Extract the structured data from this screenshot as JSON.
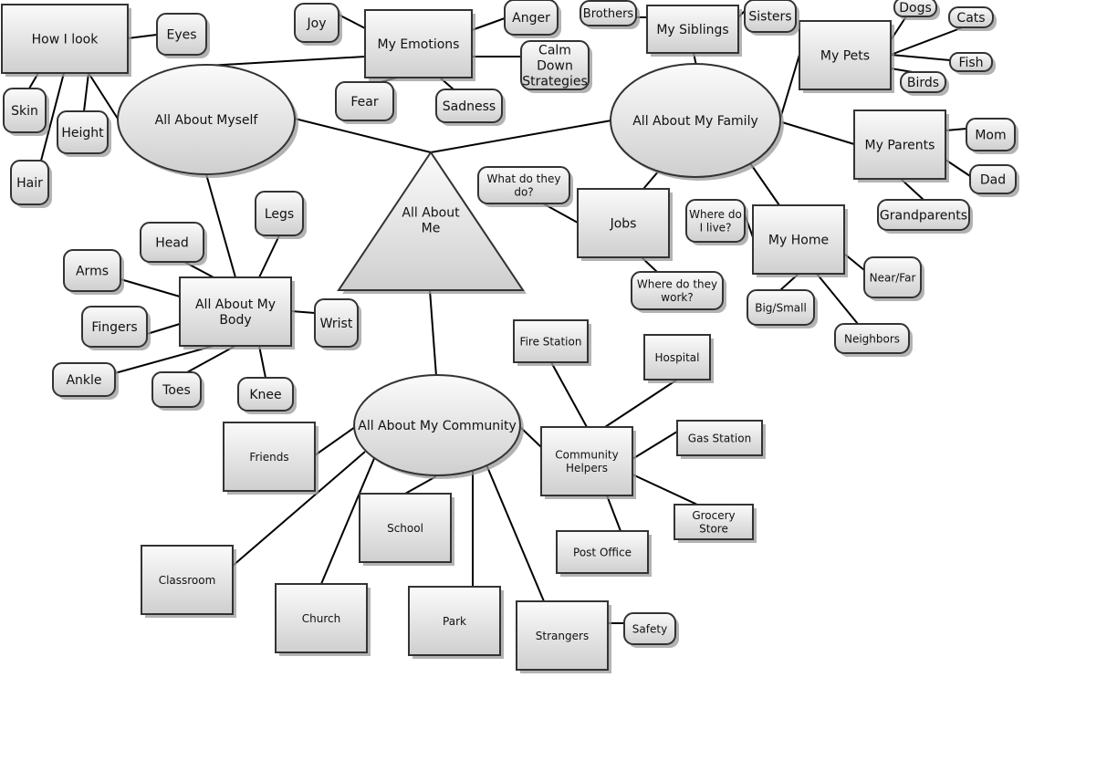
{
  "diagram_title": "All About Me",
  "colors": {
    "border": "#333333",
    "gradient_top": "#fbfbfb",
    "gradient_bottom": "#cfcfcf",
    "shadow": "#9a9a9a"
  },
  "nodes": {
    "center": {
      "lines": [
        "All About",
        "Me"
      ]
    },
    "myself": {
      "lines": [
        "All About Myself"
      ]
    },
    "family": {
      "lines": [
        "All About My Family"
      ]
    },
    "community": {
      "lines": [
        "All About My Community"
      ]
    },
    "howilook": {
      "lines": [
        "How I look"
      ]
    },
    "eyes": {
      "lines": [
        "Eyes"
      ]
    },
    "skin": {
      "lines": [
        "Skin"
      ]
    },
    "height": {
      "lines": [
        "Height"
      ]
    },
    "hair": {
      "lines": [
        "Hair"
      ]
    },
    "emotions": {
      "lines": [
        "My Emotions"
      ]
    },
    "joy": {
      "lines": [
        "Joy"
      ]
    },
    "anger": {
      "lines": [
        "Anger"
      ]
    },
    "calm": {
      "lines": [
        "Calm",
        "Down",
        "Strategies"
      ]
    },
    "fear": {
      "lines": [
        "Fear"
      ]
    },
    "sadness": {
      "lines": [
        "Sadness"
      ]
    },
    "siblings": {
      "lines": [
        "My Siblings"
      ]
    },
    "brothers": {
      "lines": [
        "Brothers"
      ]
    },
    "sisters": {
      "lines": [
        "Sisters"
      ]
    },
    "pets": {
      "lines": [
        "My Pets"
      ]
    },
    "dogs": {
      "lines": [
        "Dogs"
      ]
    },
    "cats": {
      "lines": [
        "Cats"
      ]
    },
    "fish": {
      "lines": [
        "Fish"
      ]
    },
    "birds": {
      "lines": [
        "Birds"
      ]
    },
    "parents": {
      "lines": [
        "My Parents"
      ]
    },
    "mom": {
      "lines": [
        "Mom"
      ]
    },
    "dad": {
      "lines": [
        "Dad"
      ]
    },
    "grandparents": {
      "lines": [
        "Grandparents"
      ]
    },
    "jobs": {
      "lines": [
        "Jobs"
      ]
    },
    "whatdo": {
      "lines": [
        "What do they",
        "do?"
      ]
    },
    "wherework": {
      "lines": [
        "Where do they",
        "work?"
      ]
    },
    "home": {
      "lines": [
        "My Home"
      ]
    },
    "wheredolive": {
      "lines": [
        "Where do",
        "I live?"
      ]
    },
    "nearfar": {
      "lines": [
        "Near/Far"
      ]
    },
    "bigsmall": {
      "lines": [
        "Big/Small"
      ]
    },
    "neighbors": {
      "lines": [
        "Neighbors"
      ]
    },
    "body": {
      "lines": [
        "All About My",
        "Body"
      ]
    },
    "legs": {
      "lines": [
        "Legs"
      ]
    },
    "head": {
      "lines": [
        "Head"
      ]
    },
    "arms": {
      "lines": [
        "Arms"
      ]
    },
    "fingers": {
      "lines": [
        "Fingers"
      ]
    },
    "wrist": {
      "lines": [
        "Wrist"
      ]
    },
    "ankle": {
      "lines": [
        "Ankle"
      ]
    },
    "toes": {
      "lines": [
        "Toes"
      ]
    },
    "knee": {
      "lines": [
        "Knee"
      ]
    },
    "friends": {
      "lines": [
        "Friends"
      ]
    },
    "school": {
      "lines": [
        "School"
      ]
    },
    "classroom": {
      "lines": [
        "Classroom"
      ]
    },
    "church": {
      "lines": [
        "Church"
      ]
    },
    "park": {
      "lines": [
        "Park"
      ]
    },
    "strangers": {
      "lines": [
        "Strangers"
      ]
    },
    "safety": {
      "lines": [
        "Safety"
      ]
    },
    "helpers": {
      "lines": [
        "Community",
        "Helpers"
      ]
    },
    "firestation": {
      "lines": [
        "Fire Station"
      ]
    },
    "hospital": {
      "lines": [
        "Hospital"
      ]
    },
    "gas": {
      "lines": [
        "Gas Station"
      ]
    },
    "grocery": {
      "lines": [
        "Grocery",
        "Store"
      ]
    },
    "postoffice": {
      "lines": [
        "Post Office"
      ]
    }
  }
}
